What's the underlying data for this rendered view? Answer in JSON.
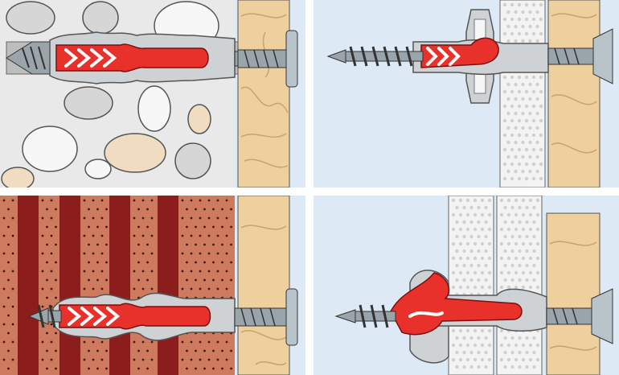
{
  "colors": {
    "background": "#ffffff",
    "sky": "#dde9f5",
    "concrete": "#e9e9e9",
    "stone_grey": "#d6d6d6",
    "stone_white": "#f7f7f7",
    "stone_tan": "#f0dcc0",
    "wood": "#eecf9e",
    "wood_grain": "#c9a26e",
    "plasterboard": "#f3f3f3",
    "brick": "#ce7a5f",
    "brick_dark_cavity": "#8c1d1d",
    "plug_red": "#e8312b",
    "plug_grey": "#cfd2d4",
    "screw_steel": "#9aa4ab"
  },
  "panels": [
    {
      "id": "concrete-wall",
      "material": "concrete",
      "anchor_state": "expanded"
    },
    {
      "id": "plasterboard-wall",
      "material": "plasterboard",
      "anchor_state": "knotted"
    },
    {
      "id": "perforated-brick-wall",
      "material": "perforated-brick",
      "anchor_state": "expanded-in-cavities"
    },
    {
      "id": "double-plasterboard-wall",
      "material": "double-plasterboard",
      "anchor_state": "knotted"
    }
  ]
}
